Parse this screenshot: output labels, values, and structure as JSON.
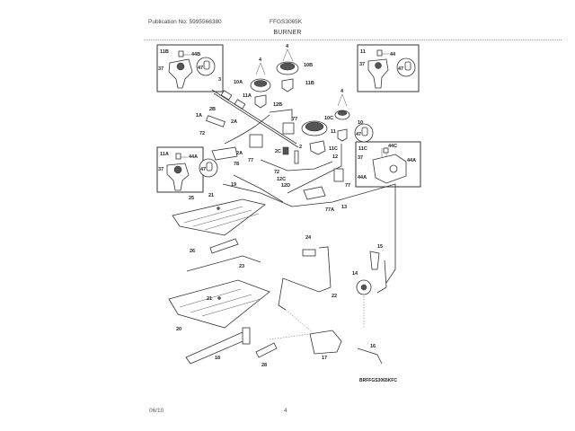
{
  "header": {
    "publication": "Publication No: 5995566380",
    "model": "FFGS3065K",
    "section_title": "BURNER"
  },
  "footer": {
    "date": "06/10",
    "page": "4"
  },
  "diagram_code": "BRFFGS3065KFC",
  "insets": [
    {
      "id": "11B",
      "labels": [
        "11B",
        "44B",
        "37",
        "47"
      ]
    },
    {
      "id": "11",
      "labels": [
        "11",
        "44",
        "37",
        "47"
      ]
    },
    {
      "id": "11A",
      "labels": [
        "11A",
        "44A",
        "37",
        "47"
      ]
    },
    {
      "id": "11C",
      "labels": [
        "11C",
        "44C",
        "37",
        "44A",
        "44A",
        "47"
      ]
    }
  ],
  "callouts": {
    "c3": "3",
    "c4a": "4",
    "c4b": "4",
    "c4c": "4",
    "c10A": "10A",
    "c10B": "10B",
    "c10C": "10C",
    "c10": "10",
    "c11A": "11A",
    "c11B": "11B",
    "c11C": "11C",
    "c11": "11",
    "c12B": "12B",
    "c12": "12",
    "c12A": "12A",
    "c12C": "12C",
    "c12D": "12D",
    "c1A": "1A",
    "c2B": "2B",
    "c2A": "2A",
    "c2C": "2C",
    "c2": "2",
    "c72a": "72",
    "c72b": "72",
    "c77a": "77",
    "c77b": "77",
    "c77c": "77",
    "c77A": "77A",
    "c78": "78",
    "c25": "25",
    "c21a": "21",
    "c21b": "21",
    "c26": "26",
    "c23": "23",
    "c24": "24",
    "c22": "22",
    "c13": "13",
    "c15": "15",
    "c14": "14",
    "c16": "16",
    "c17": "17",
    "c18": "18",
    "c20": "20",
    "c28": "28",
    "c19": "19"
  }
}
